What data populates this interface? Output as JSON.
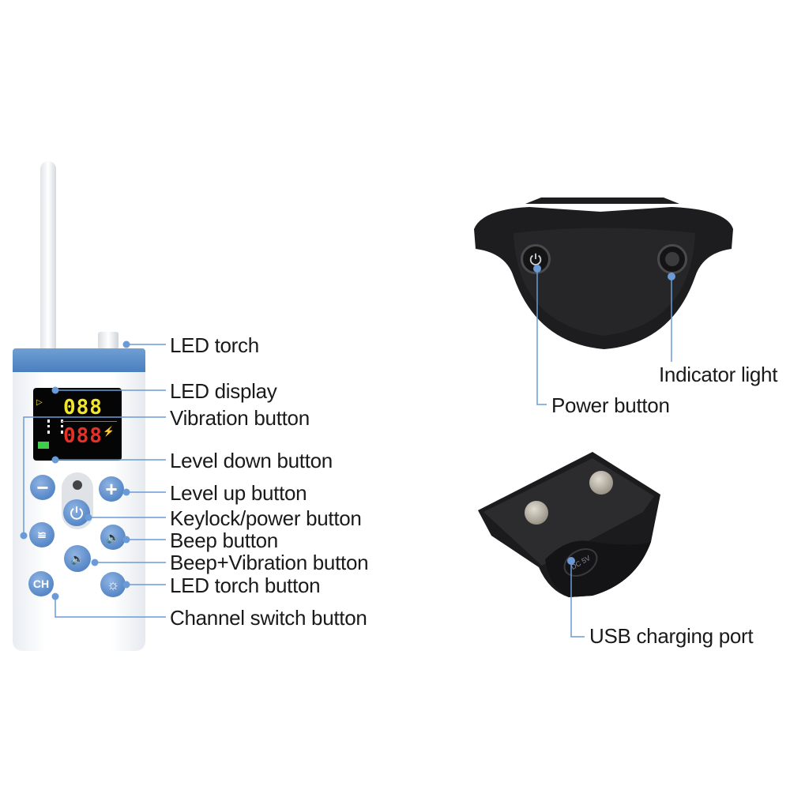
{
  "remote_labels": {
    "led_torch": "LED torch",
    "led_display": "LED display",
    "vibration_button": "Vibration button",
    "level_down_button": "Level down button",
    "level_up_button": "Level up button",
    "keylock_power_button": "Keylock/power button",
    "beep_button": "Beep button",
    "beep_vibration_button": "Beep+Vibration button",
    "led_torch_button": "LED torch button",
    "channel_switch_button": "Channel switch button"
  },
  "collar_labels": {
    "indicator_light": "Indicator light",
    "power_button": "Power button",
    "usb_charging_port": "USB charging port"
  },
  "display": {
    "top_value": "088",
    "bottom_value": "088"
  },
  "remote_buttons": {
    "channel": "CH"
  },
  "port_marking": "DC 5V",
  "colors": {
    "accent": "#4a7fbf",
    "callout": "#6a9bd6",
    "display_top": "#f2e62a",
    "display_bottom": "#e8302a",
    "collar": "#1d1d1f"
  }
}
